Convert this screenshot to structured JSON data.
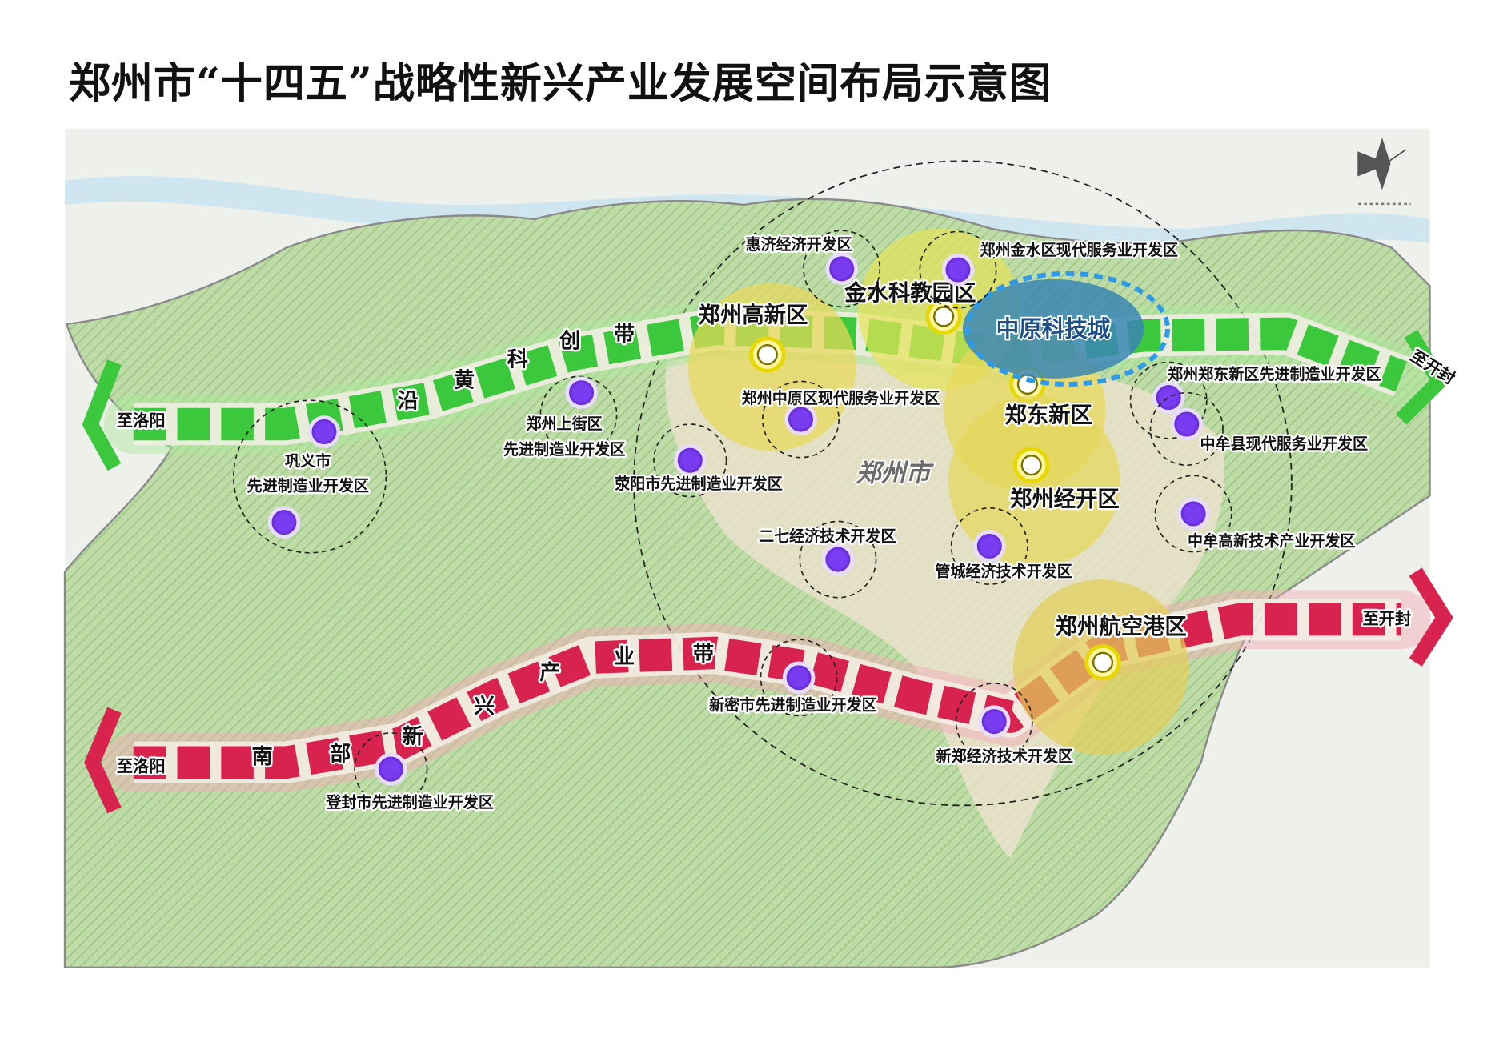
{
  "title": "郑州市“十四五”战略性新兴产业发展空间布局示意图",
  "city_label": "郑州市",
  "core_zone": {
    "label": "中原科技城",
    "color": "#3a86b4"
  },
  "key_zones": [
    {
      "label": "郑州高新区"
    },
    {
      "label": "金水科教园区"
    },
    {
      "label": "郑东新区"
    },
    {
      "label": "郑州经开区"
    },
    {
      "label": "郑州航空港区"
    }
  ],
  "development_zones": [
    {
      "label": "惠济经济开发区"
    },
    {
      "label": "郑州金水区现代服务业开发区"
    },
    {
      "label": "郑州中原区现代服务业开发区"
    },
    {
      "label": "郑州上街区",
      "label2": "先进制造业开发区"
    },
    {
      "label": "荥阳市先进制造业开发区"
    },
    {
      "label": "巩义市",
      "label2": "先进制造业开发区"
    },
    {
      "label": "二七经济技术开发区"
    },
    {
      "label": "管城经济技术开发区"
    },
    {
      "label": "郑州郑东新区先进制造业开发区"
    },
    {
      "label": "中牟县现代服务业开发区"
    },
    {
      "label": "中牟高新技术产业开发区"
    },
    {
      "label": "新密市先进制造业开发区"
    },
    {
      "label": "新郑经济技术开发区"
    },
    {
      "label": "登封市先进制造业开发区"
    }
  ],
  "north_belt": {
    "chars": [
      "沿",
      "黄",
      "科",
      "创",
      "带"
    ],
    "west_end": "至洛阳",
    "east_end": "至开封",
    "color": "#3cc83c"
  },
  "south_belt": {
    "chars": [
      "南",
      "部",
      "新",
      "兴",
      "产",
      "业",
      "带"
    ],
    "west_end": "至洛阳",
    "east_end": "至开封",
    "color": "#d8234f"
  },
  "colors": {
    "dev_zone_dot": "#7a3cf0",
    "key_zone_fill": "#e8e04a",
    "map_green": "#b9d8a0"
  }
}
